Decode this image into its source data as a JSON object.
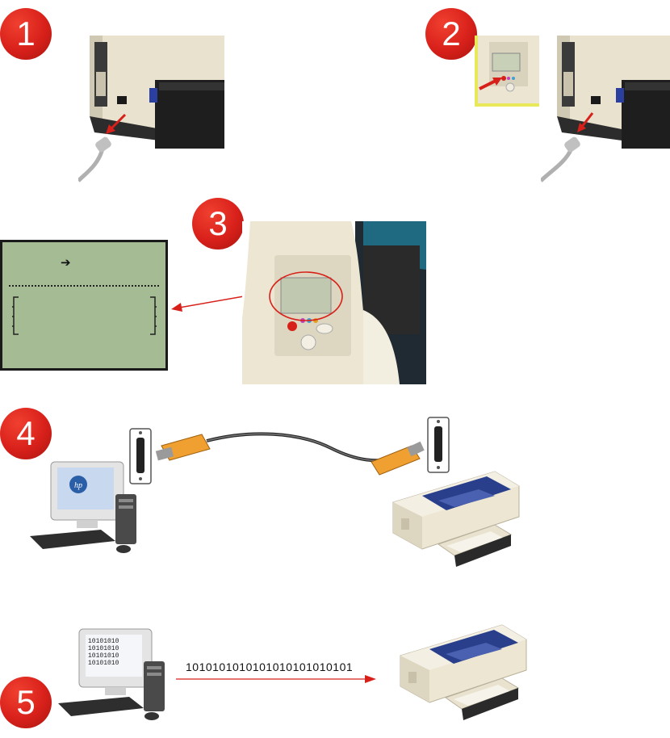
{
  "steps": [
    {
      "number": "1"
    },
    {
      "number": "2"
    },
    {
      "number": "3"
    },
    {
      "number": "4"
    },
    {
      "number": "5"
    }
  ],
  "lcd_display": {
    "arrow": "➔"
  },
  "computer_screen_binary": [
    "10101010",
    "10101010",
    "10101010",
    "10101010"
  ],
  "data_stream": "1010101010101010101010101",
  "colors": {
    "badge_red": "#d8201a",
    "lcd_green": "#a5bb94",
    "arrow_red": "#d8201a",
    "cable_orange": "#f0a030",
    "printer_blue": "#2a3f8c",
    "printer_cream": "#ece6d2"
  },
  "icons": [
    "step-badge",
    "printer",
    "computer",
    "parallel-port",
    "parallel-cable",
    "control-panel"
  ]
}
